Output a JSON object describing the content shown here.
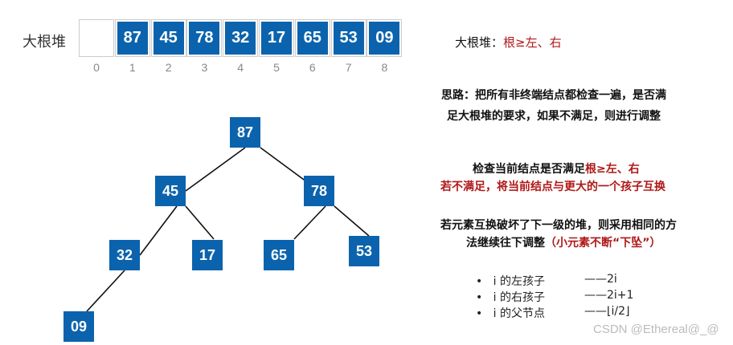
{
  "array": {
    "label": "大根堆",
    "values": [
      "",
      "87",
      "45",
      "78",
      "32",
      "17",
      "65",
      "53",
      "09"
    ],
    "indices": [
      "0",
      "1",
      "2",
      "3",
      "4",
      "5",
      "6",
      "7",
      "8"
    ]
  },
  "definition": {
    "prefix": "大根堆：",
    "rule": "根≥左、右"
  },
  "idea": {
    "line1": "思路：把所有非终端结点都检查一遍，是否满",
    "line2": "足大根堆的要求，如果不满足，则进行调整"
  },
  "check": {
    "prefix": "检查当前结点是否满足",
    "rule": "根≥左、右",
    "line2": "若不满足，将当前结点与更大的一个孩子互换"
  },
  "sink": {
    "line1": "若元素互换破坏了下一级的堆，则采用相同的方",
    "line2_prefix": "法继续往下调整",
    "line2_red": "（小元素不断“下坠”）"
  },
  "formulas": [
    {
      "label": "i 的左孩子",
      "value": "——2i"
    },
    {
      "label": "i 的右孩子",
      "value": "——2i+1"
    },
    {
      "label": "i 的父节点",
      "value": "——⌊i/2⌋"
    }
  ],
  "tree": {
    "nodes": [
      "87",
      "45",
      "78",
      "32",
      "17",
      "65",
      "53",
      "09"
    ]
  },
  "watermark": "CSDN @Ethereal@_@",
  "colors": {
    "node": "#0b63ad",
    "red": "#b01818"
  }
}
